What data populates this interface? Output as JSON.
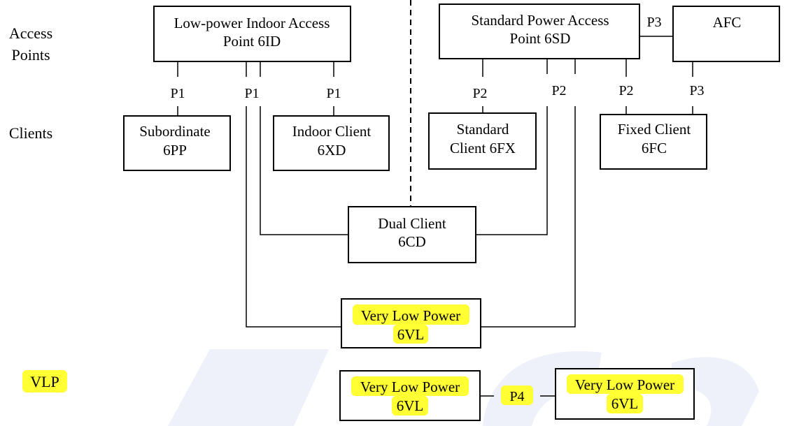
{
  "colors": {
    "highlight": "#ffff33",
    "stroke": "#000000",
    "watermark": "#eef0fa"
  },
  "row_labels": {
    "access_points": [
      "Access",
      "Points"
    ],
    "clients": "Clients",
    "vlp": "VLP"
  },
  "nodes": {
    "lpi_ap": [
      "Low-power Indoor Access",
      "Point 6ID"
    ],
    "sp_ap": [
      "Standard Power Access",
      "Point 6SD"
    ],
    "afc": "AFC",
    "subordinate": [
      "Subordinate",
      "6PP"
    ],
    "indoor_client": [
      "Indoor Client",
      "6XD"
    ],
    "standard_client": [
      "Standard",
      "Client 6FX"
    ],
    "fixed_client": [
      "Fixed Client",
      "6FC"
    ],
    "dual_client": [
      "Dual Client",
      "6CD"
    ],
    "vlp_middle": [
      "Very Low Power",
      "6VL"
    ],
    "vlp_left": [
      "Very Low Power",
      "6VL"
    ],
    "vlp_right": [
      "Very Low Power",
      "6VL"
    ]
  },
  "links": {
    "p1": "P1",
    "p2": "P2",
    "p3": "P3",
    "p4": "P4"
  }
}
